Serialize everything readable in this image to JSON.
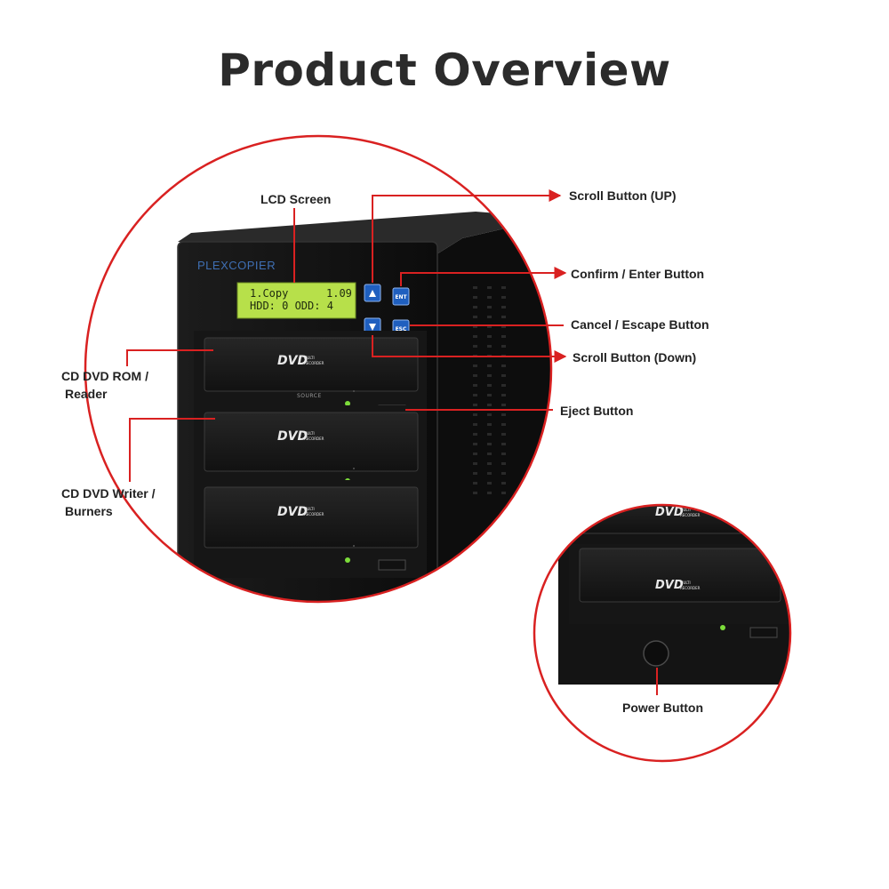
{
  "title": "Product Overview",
  "brand_logo": "PLEXCOPIER",
  "lcd": {
    "line1_left": "1.Copy",
    "line1_right": "1.09",
    "line2": "HDD: 0 ODD: 4"
  },
  "buttons": {
    "enter": "ENT",
    "escape": "ESC"
  },
  "drive_badge": {
    "logo": "DVD",
    "sub1": "MULTI",
    "sub2": "RECORDER"
  },
  "source_label": "SOURCE",
  "callouts": {
    "lcd_screen": "LCD Screen",
    "scroll_up": "Scroll Button (UP)",
    "confirm_enter": "Confirm / Enter Button",
    "cancel_escape": "Cancel / Escape Button",
    "scroll_down": "Scroll Button (Down)",
    "eject": "Eject Button",
    "reader_line1": "CD DVD ROM /",
    "reader_line2": "Reader",
    "writer_line1": "CD DVD Writer /",
    "writer_line2": "Burners",
    "power": "Power Button"
  },
  "colors": {
    "callout_red": "#d92121",
    "case_black": "#141414",
    "lcd_green": "#b7e04a",
    "button_blue": "#1f5fbf"
  }
}
